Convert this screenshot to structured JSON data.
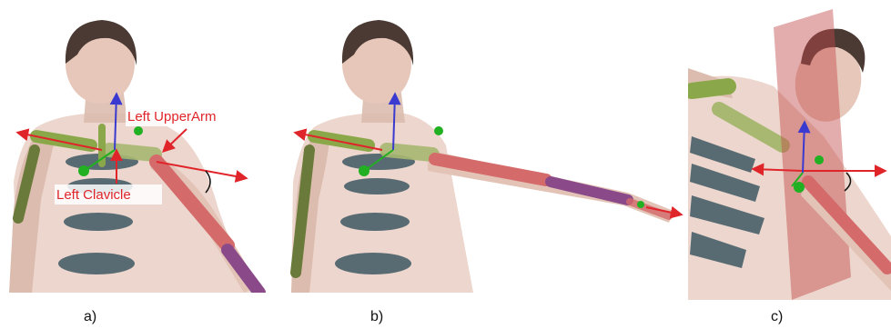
{
  "panels": [
    {
      "caption": "a)"
    },
    {
      "caption": "b)"
    },
    {
      "caption": "c)"
    }
  ],
  "annotations": {
    "upper_arm": "Left UpperArm",
    "clavicle": "Left Clavicle"
  },
  "colors": {
    "skin": "#e9cfc4",
    "skin_shadow": "#c9a99c",
    "hair": "#4a3a33",
    "bone_green": "#8aa84a",
    "bone_red": "#d46a6a",
    "bone_purple": "#8a4a8a",
    "vertebra": "#3f5963",
    "axis_red": "#e0252a",
    "axis_blue": "#3a3ad0",
    "axis_green": "#21b021",
    "plane": "#c44a4a",
    "label_red": "#e0252a"
  }
}
